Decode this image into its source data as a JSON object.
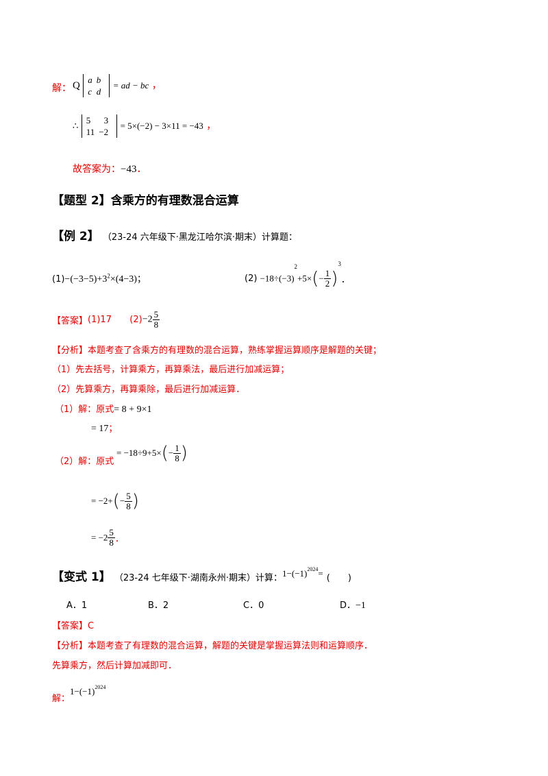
{
  "block1": {
    "jie": "解：",
    "q": "Q",
    "det_a": "a",
    "det_b": "b",
    "det_c": "c",
    "det_d": "d",
    "eq1_rhs": "= ad − bc",
    "comma1": "，",
    "therefore": "∴",
    "det2_11": "5",
    "det2_12": "3",
    "det2_21": "11",
    "det2_22": "−2",
    "eq2_rhs": "= 5×(−2) − 3×11 = −43",
    "comma2": "，",
    "answer_prefix": "故答案为：",
    "answer_value": "−43",
    "answer_end": "．"
  },
  "section": {
    "title": "【题型 2】含乘方的有理数混合运算"
  },
  "example2": {
    "label": "【例 2】",
    "source": "（23-24 六年级下·黑龙江哈尔滨·期末）计算题：",
    "q1_num": "(1)",
    "q1_expr": "−(−3−5)+3",
    "q1_exp": "2",
    "q1_rest": "×(4−3)",
    "q1_end": "；",
    "q2_num": "(2)",
    "q2_a": "−18÷(−3)",
    "q2_exp": "2",
    "q2_b": "+5×",
    "q2_frac_n": "1",
    "q2_frac_d": "2",
    "q2_minus": "−",
    "q2_exp2": "3",
    "q2_end": "．",
    "answer_label": "【答案】",
    "ans1": "(1)17",
    "ans2_prefix": "(2)",
    "ans2_whole": "−2",
    "ans2_n": "5",
    "ans2_d": "8",
    "analysis_label": "【分析】",
    "analysis_text": "本题考查了含乘方的有理数的混合运算，熟练掌握运算顺序是解题的关键；",
    "step1": "（1）先去括号，计算乘方，再算乘法，最后进行加减运算；",
    "step2": "（2）先算乘方，再算乘除，最后进行加减运算．",
    "sol1_label": "（1）解：原式",
    "sol1_expr": "= 8 + 9×1",
    "sol1_line2": "= 17",
    "sol1_end": "；",
    "sol2_label": "（2）解：原式",
    "sol2_expr": "= −18÷9+5×",
    "sol2_n": "1",
    "sol2_d": "8",
    "sol2_line2": "= −2+",
    "sol2_line2_n": "5",
    "sol2_line2_d": "8",
    "sol2_line3": "= −2",
    "sol2_line3_n": "5",
    "sol2_line3_d": "8",
    "sol2_end": "．"
  },
  "variant1": {
    "label": "【变式 1】",
    "source": "（23-24 七年级下·湖南永州·期末）计算：",
    "expr": "1−(−1)",
    "exp": "2024",
    "eq": "=",
    "blank": "(　　)",
    "opt_a": "A．1",
    "opt_b": "B．2",
    "opt_c": "C．0",
    "opt_d_label": "D．",
    "opt_d_val": "−1",
    "answer_label": "【答案】",
    "answer": "C",
    "analysis_label": "【分析】",
    "analysis_text": "本题考查了有理数的混合运算，解题的关键是掌握运算法则和运算顺序．",
    "analysis_text2": "先算乘方，然后计算加减即可．",
    "jie": "解：",
    "sol_expr": "1−(−1)",
    "sol_exp": "2024"
  }
}
